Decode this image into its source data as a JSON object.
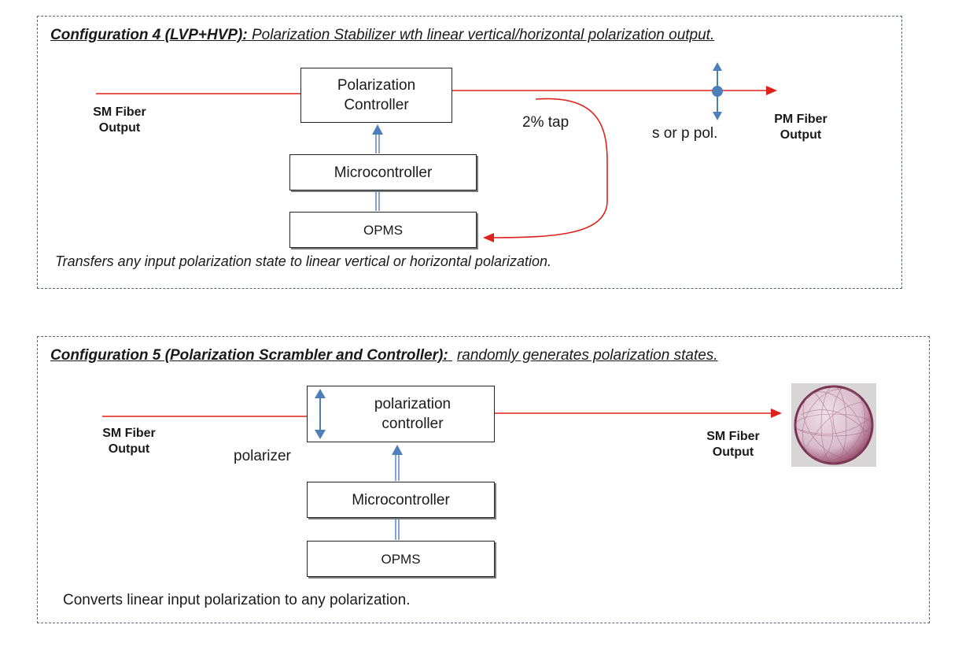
{
  "config4": {
    "heading_bold": "Configuration 4 (LVP+HVP):",
    "heading_rest": "Polarization Stabilizer wth linear vertical/horizontal polarization output.",
    "input_label": "SM Fiber\nOutput",
    "controller_label": "Polarization\nController",
    "microcontroller_label": "Microcontroller",
    "opms_label": "OPMS",
    "tap_label": "2% tap",
    "pol_label": "s or p pol.",
    "output_label": "PM Fiber\nOutput",
    "note": "Transfers any input polarization state to linear vertical or horizontal polarization."
  },
  "config5": {
    "heading_bold": "Configuration 5 (Polarization Scrambler and Controller):",
    "heading_rest": "randomly generates polarization states.",
    "input_label": "SM Fiber\nOutput",
    "controller_label": "polarization\ncontroller",
    "polarizer_label": "polarizer",
    "microcontroller_label": "Microcontroller",
    "opms_label": "OPMS",
    "output_label": "SM Fiber\nOutput",
    "note": "Converts linear input polarization to any polarization."
  },
  "colors": {
    "fiber_line": "#e0201a",
    "arrow_blue": "#4f7fb8",
    "box_border": "#222222",
    "panel_border": "#5a6470",
    "sphere": "#a05a78"
  },
  "icons": {
    "pol_indicator": "double-arrow-vertical-dot",
    "polarizer": "double-arrow-vertical",
    "sphere": "poincare-sphere"
  }
}
